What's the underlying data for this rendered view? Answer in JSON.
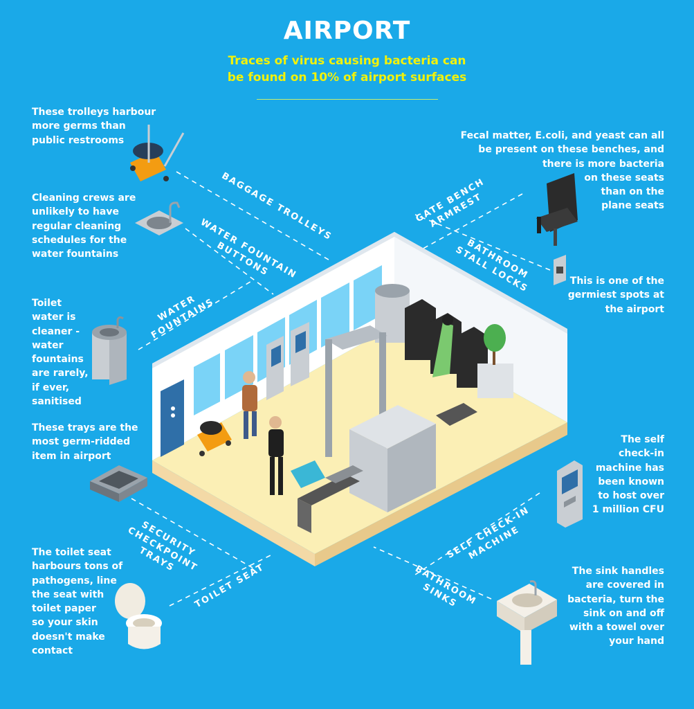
{
  "title": "AIRPORT",
  "subtitle_line1": "Traces of virus causing bacteria can",
  "subtitle_line2": "be found on 10% of airport surfaces",
  "notes": {
    "trolleys": "These trolleys harbour\nmore germs than\npublic restrooms",
    "cleaning": "Cleaning crews are\nunlikely to have\nregular cleaning\nschedules for the\nwater fountains",
    "toilet_water": "Toilet\nwater is\ncleaner -\nwater\nfountains\nare rarely,\nif ever,\nsanitised",
    "trays": "These trays are the\nmost germ-ridded\nitem in airport",
    "toilet_seat": "The toilet seat\nharbours tons of\npathogens, line\nthe seat with\ntoilet paper\nso your skin\ndoesn't make\ncontact",
    "benches": "Fecal matter, E.coli, and yeast can all\nbe present on these benches, and\nthere is more bacteria\non these seats\nthan on the\nplane seats",
    "stall_locks": "This is one of the\ngermiest spots at\nthe airport",
    "checkin": "The self\ncheck-in\nmachine has\nbeen known\nto host over\n1 million CFU",
    "sinks": "The sink handles\nare covered in\nbacteria, turn the\nsink on and off\nwith a towel over\nyour hand"
  },
  "labels": {
    "baggage_trolleys": "BAGGAGE TROLLEYS",
    "water_fountain_buttons": "WATER FOUNTAIN\nBUTTONS",
    "water_fountains": "WATER\nFOUNTAINS",
    "gate_bench_armrest": "GATE BENCH\nARMREST",
    "bathroom_stall_locks": "BATHROOM\nSTALL LOCKS",
    "security_trays": "SECURITY\nCHECKPOINT TRAYS",
    "toilet_seat": "TOILET SEAT",
    "self_checkin": "SELF CHECK-IN\nMACHINE",
    "bathroom_sinks": "BATHROOM\nSINKS"
  },
  "colors": {
    "background": "#1aa9e8",
    "subtitle": "#f2f20a",
    "floor": "#fbefb5",
    "wall": "#ffffff",
    "window": "#7ad3f7",
    "machine": "#c9ced3",
    "seat": "#2b2b2b",
    "trolley": "#f39c12"
  }
}
